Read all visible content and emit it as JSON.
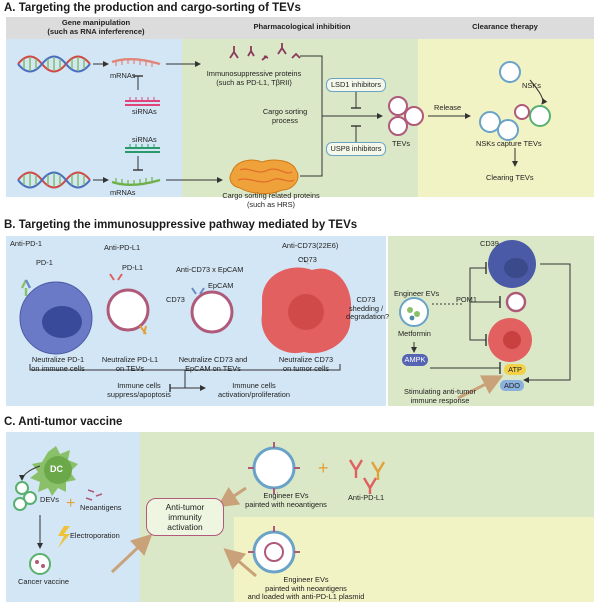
{
  "sectionA": {
    "title": "A.  Targeting the production and cargo-sorting of TEVs",
    "header_gene": "Gene manipulation\n(such as RNA inferference)",
    "header_pharm": "Pharmacological inhibition",
    "header_clear": "Clearance therapy",
    "mrnas_top": "mRNAs",
    "sirnas_top": "siRNAs",
    "sirnas_bottom": "siRNAs",
    "mrnas_bottom": "mRNAs",
    "immuno_proteins": "Immunosuppressive proteins\n(such as PD-L1, TβRII)",
    "cargo_sorting": "Cargo sorting\nprocess",
    "cargo_related": "Cargo sorting related proteins\n(such as HRS)",
    "lsd1": "LSD1 inhibitors",
    "usp8": "USP8 inhibitors",
    "tevs": "TEVs",
    "release": "Release",
    "nsks": "NSKs",
    "nsks_capture": "NSKs capture TEVs",
    "clearing": "Clearing TEVs"
  },
  "sectionB": {
    "title": "B.  Targeting the immunosuppressive pathway mediated by TEVs",
    "anti_pd1": "Anti-PD-1",
    "pd1": "PD-1",
    "neutralize_pd1": "Neutralize PD-1\non immune cells",
    "anti_pdl1": "Anti-PD-L1",
    "pdl1": "PD-L1",
    "neutralize_pdl1": "Neutralize PD-L1\non TEVs",
    "anti_cd73_epcam": "Anti-CD73 x EpCAM",
    "epcam": "EpCAM",
    "cd73_left": "CD73",
    "neutralize_cd73_epcam": "Neutralize CD73 and\nEpCAM on TEVs",
    "anti_cd73_22e6": "Anti-CD73(22E6)",
    "cd73_right": "CD73",
    "cd73_shedding": "CD73\nshedding /\ndegradation?",
    "neutralize_cd73_tumor": "Neutralize CD73\non tumor cells",
    "suppress": "Immune cells\nsuppress/apoptosis",
    "activation": "Immune cells\nactivation/proliferation",
    "cd39": "CD39",
    "engineer_evs": "Engineer EVs",
    "pom1": "POM1",
    "metformin": "Metformin",
    "ampk": "AMPK",
    "atp": "ATP",
    "ado": "ADO",
    "stimulating": "Stimulating anti-tumor\nimmune response"
  },
  "sectionC": {
    "title": "C.  Anti-tumor vaccine",
    "dc": "DC",
    "devs": "DEVs",
    "neoantigens": "Neoantigens",
    "electroporation": "Electroporation",
    "cancer_vaccine": "Cancer vaccine",
    "anti_tumor": "Anti-tumor\nimmunity\nactivation",
    "engineer_painted": "Engineer EVs\npainted with neoantigens",
    "anti_pdl1": "Anti-PD-L1",
    "engineer_loaded": "Engineer EVs\npainted with neoantigens\nand loaded with anti-PD-L1 plasmid"
  },
  "colors": {
    "blue_panel": "#d3e6f5",
    "green_panel": "#dbe8c7",
    "yellow_panel": "#f2f3c4",
    "header_bar": "#dcdcdc",
    "tumor_red": "#e36060",
    "immune_blue": "#5565b3",
    "accent_orange": "#f0a23a"
  }
}
